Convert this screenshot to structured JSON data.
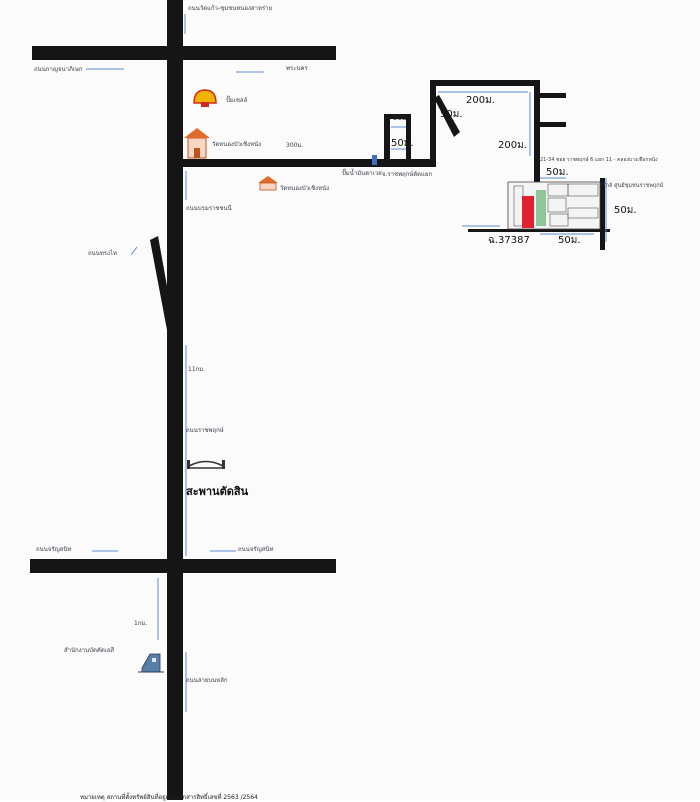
{
  "map": {
    "labels": {
      "road_north_top": "ถนนวัดแก้ว-ชุมชนหนองสาหร่าย",
      "road_west_top": "ถนนกาญจนาภิเษก",
      "road_east_top": "พระนคร",
      "shell_station": "ปั๊มเชลล์",
      "temple_1": "วัดหนองบัวเชิงหนัง",
      "dist_300": "300ม.",
      "temple_2": "วัดหนองบัวเชิงหนัง",
      "road_main_south": "ถนนบรมราชชนนี",
      "oil_station": "ปั๊มน้ำมันคาเวส",
      "junction": "จ.ราชพฤกษ์ตัดแยก",
      "road_slant": "ถนนทรงไท",
      "dist_11km": "11กม.",
      "road_ratchaphruek": "ถนนราชพฤกษ์",
      "bridge_name": "สะพานตัดสิน",
      "road_west_bottom": "ถนนจรัญสนิท",
      "road_east_bottom": "ถนนจรัญสนิท",
      "dist_1km": "1กม.",
      "office_name": "สำนักงานบัดคัดเอสี",
      "road_south_bottom": "ถนนสายบนหลัก",
      "dist_200_top": "200ม.",
      "dist_50_a": "50ม.",
      "dist_50_b": "50ม.",
      "dist_50_c": "50ม.",
      "dist_200_right": "200ม.",
      "address": "21-34 ซอย ราชพฤกษ์ 6 แยก 11 - คลองบางเชือกหนัง",
      "dist_50_d": "50ม.",
      "landmark_center": "ใกล้ ศูนย์ชุมชนราชพฤกษ์",
      "dist_50_e": "50ม.",
      "deed_no": "ฉ.37387",
      "dist_50_f": "50ม."
    },
    "footer": "หมายเหตุ สถานที่ตั้งทรัพย์สินที่อยู่ตามเอกสารสิทธิ์เลขที่ 2563 /2564"
  }
}
